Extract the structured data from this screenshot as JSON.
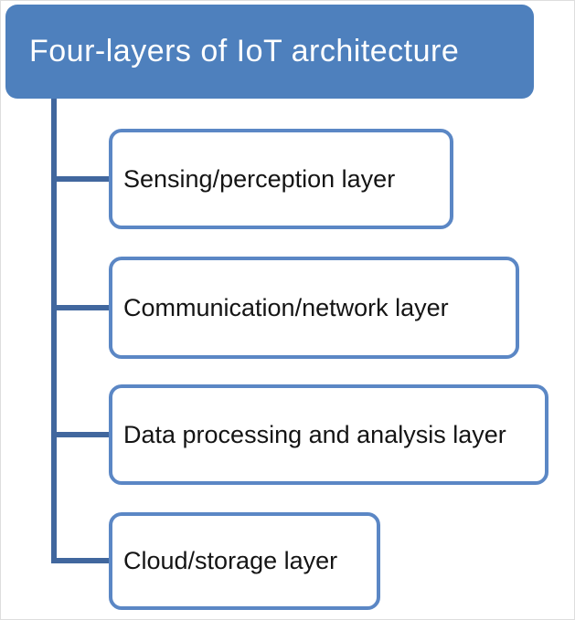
{
  "diagram": {
    "title": "Four-layers of IoT architecture",
    "layers": [
      {
        "label": "Sensing/perception layer"
      },
      {
        "label": "Communication/network layer"
      },
      {
        "label": "Data processing and analysis layer"
      },
      {
        "label": "Cloud/storage layer"
      }
    ],
    "colors": {
      "header_fill": "#4e80bd",
      "header_text": "#ffffff",
      "box_fill": "#ffffff",
      "box_border": "#5b87c5",
      "box_text": "#141414",
      "connector": "#41679e",
      "frame_border": "#dedede"
    }
  }
}
